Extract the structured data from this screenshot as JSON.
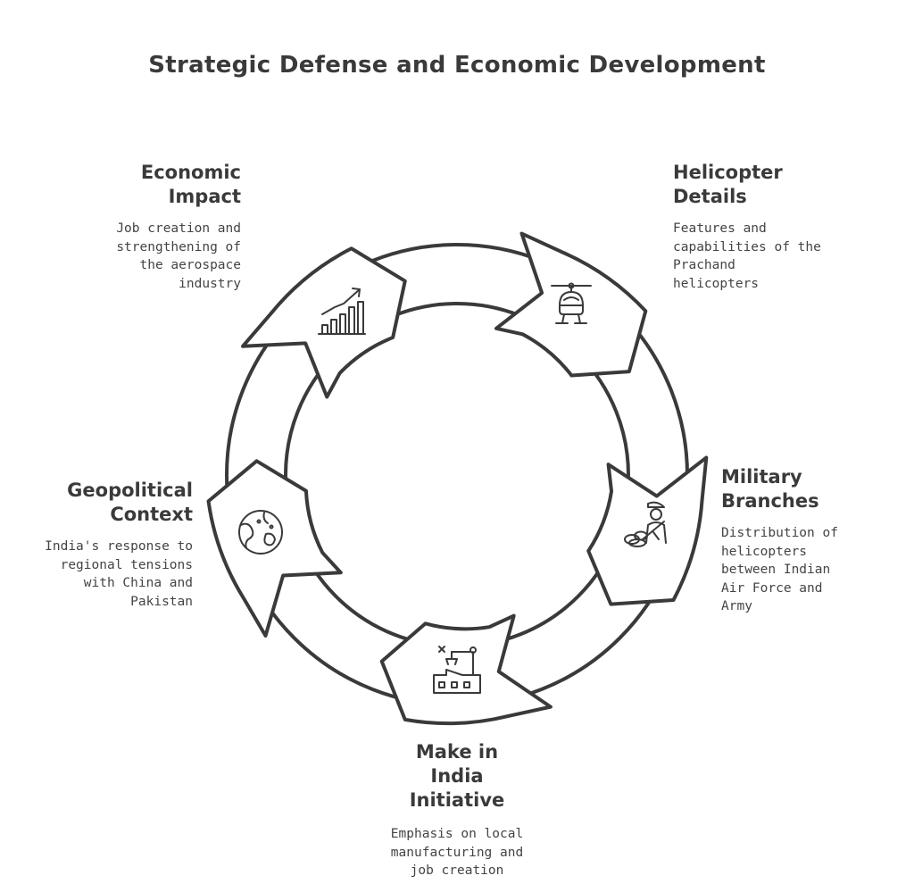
{
  "title": "Strategic Defense and Economic Development",
  "stages": [
    {
      "heading": "Economic\nImpact",
      "description": "Job creation and\nstrengthening of\nthe aerospace\nindustry",
      "icon": "growth-chart-icon"
    },
    {
      "heading": "Helicopter\nDetails",
      "description": "Features and\ncapabilities of the\nPrachand\nhelicopters",
      "icon": "helicopter-icon"
    },
    {
      "heading": "Military\nBranches",
      "description": "Distribution of\nhelicopters\nbetween Indian\nAir Force and\nArmy",
      "icon": "soldier-icon"
    },
    {
      "heading": "Make in\nIndia\nInitiative",
      "description": "Emphasis on local\nmanufacturing and\njob creation",
      "icon": "factory-icon"
    },
    {
      "heading": "Geopolitical\nContext",
      "description": "India's response to\nregional tensions\nwith China and\nPakistan",
      "icon": "globe-icon"
    }
  ],
  "colors": {
    "stroke": "#3a3a3a",
    "fill": "#ffffff",
    "text": "#3a3a3a"
  }
}
